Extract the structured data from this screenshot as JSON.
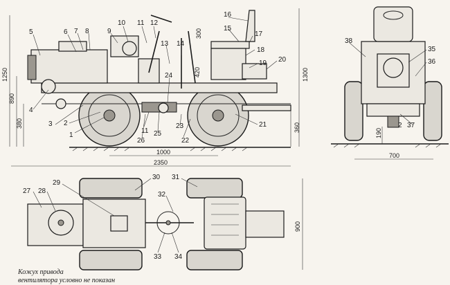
{
  "side_view": {
    "part_numbers": [
      "1",
      "2",
      "3",
      "4",
      "5",
      "6",
      "7",
      "8",
      "9",
      "10",
      "11",
      "12",
      "13",
      "14",
      "15",
      "16",
      "17",
      "18",
      "19",
      "20",
      "21",
      "22",
      "23",
      "24",
      "25",
      "26",
      "11"
    ],
    "dimensions": {
      "height_1250": "1250",
      "height_890": "890",
      "height_380": "380",
      "seat_300": "300",
      "seat_420": "420",
      "height_1300": "1300",
      "height_360": "360",
      "wheelbase_1000": "1000",
      "length_2350": "2350"
    }
  },
  "front_view": {
    "part_numbers": [
      "38",
      "35",
      "36",
      "37",
      "2"
    ],
    "dimensions": {
      "clearance_190": "190",
      "track_700": "700"
    }
  },
  "top_view": {
    "part_numbers": [
      "27",
      "28",
      "29",
      "30",
      "31",
      "32",
      "33",
      "34"
    ],
    "dimensions": {
      "width_900": "900"
    }
  },
  "caption": {
    "line1": "Кожух привода",
    "line2": "вентилятора условно не показан"
  }
}
